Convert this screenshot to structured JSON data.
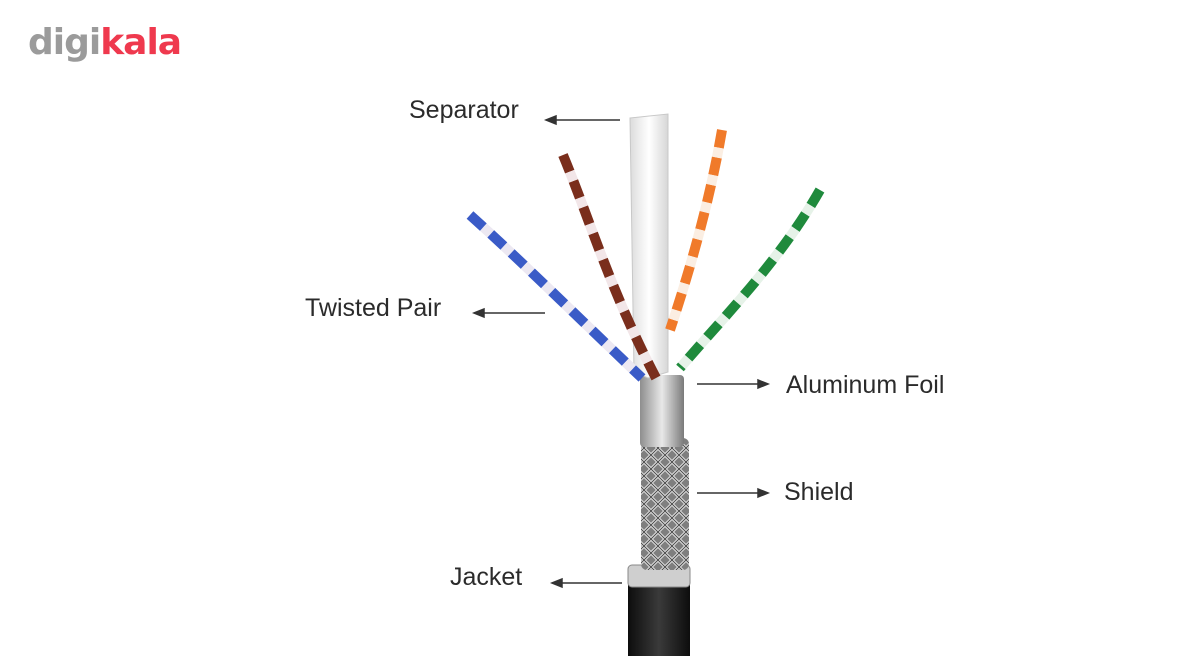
{
  "logo": {
    "part1": "digi",
    "part2": "kala"
  },
  "labels": {
    "separator": "Separator",
    "twisted_pair": "Twisted Pair",
    "aluminum_foil": "Aluminum Foil",
    "shield": "Shield",
    "jacket": "Jacket"
  },
  "colors": {
    "brand_red": "#ef394e",
    "brand_gray": "#9b9b9b",
    "wire_blue": "#3a5bc7",
    "wire_brown": "#7a2e1c",
    "wire_orange": "#f07a2a",
    "wire_green": "#1f8a3c",
    "jacket": "#1a1a1a",
    "shield": "#9a9a9a"
  }
}
